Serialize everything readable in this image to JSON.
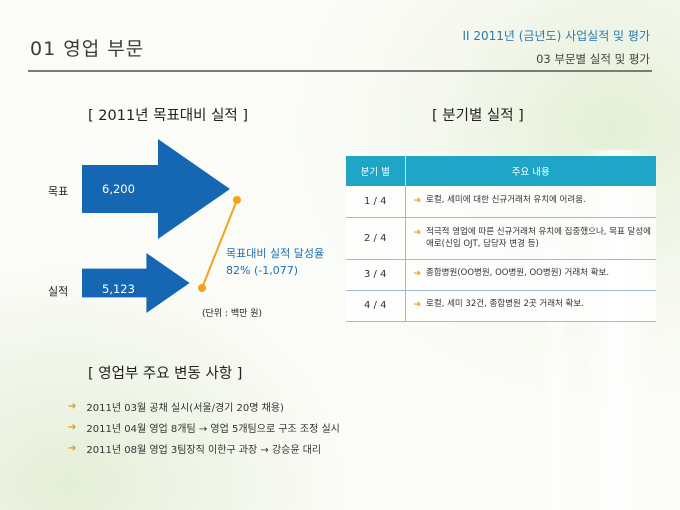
{
  "header": {
    "title": "01  영업 부문",
    "subtitle_1": "II  2011년 (금년도) 사업실적 및 평가",
    "subtitle_2": "03  부문별 실적 및 평가"
  },
  "target_section": {
    "title": "[  2011년 목표대비 실적  ]",
    "unit": "(단위 : 백만 원)",
    "rate_label": "목표대비 실적 달성율",
    "rate_value": "82% (-1,077)"
  },
  "chart_data": {
    "type": "bar",
    "title": "[  2011년 목표대비 실적  ]",
    "categories": [
      "목표",
      "실적"
    ],
    "values": [
      6200,
      5123
    ],
    "value_labels": [
      "6,200",
      "5,123"
    ],
    "annotation": "목표대비 실적 달성율 82% (-1,077)",
    "unit": "(단위 : 백만 원)",
    "colors": {
      "target": "#1667b3",
      "actual": "#1667b3",
      "connector": "#f2a31c"
    }
  },
  "quarter_section": {
    "title": "[  분기별 실적  ]",
    "columns": [
      "분기 별",
      "주요 내용"
    ],
    "rows": [
      {
        "quarter": "1 / 4",
        "content": "로컬, 세미에 대한 신규거래처 유치에 어려움."
      },
      {
        "quarter": "2 / 4",
        "content": "적극적 영업에 따른 신규거래처 유치에 집중했으나, 목표 달성에 애로(신입 OJT, 담당자 변경 등)"
      },
      {
        "quarter": "3 / 4",
        "content": "종합병원(OO병원, OO병원, OO병원) 거래처 확보."
      },
      {
        "quarter": "4 / 4",
        "content": "로컬, 세미 32건, 종합병원 2곳 거래처 확보."
      }
    ]
  },
  "changes_section": {
    "title": "[  영업부 주요 변동 사항  ]",
    "items": [
      "2011년 03월   공채 실시(서울/경기 20명 채용)",
      "2011년 04월   영업 8개팀 → 영업 5개팀으로 구조 조정 실시",
      "2011년 08월   영업 3팀장직 이한구 과장 → 강승윤 대리"
    ]
  },
  "icons": {
    "bullet": "orange-arrow-icon"
  },
  "colors": {
    "accent": "#1fa6c6",
    "arrow_blue": "#1667b3",
    "bullet_orange": "#e69a1a"
  }
}
